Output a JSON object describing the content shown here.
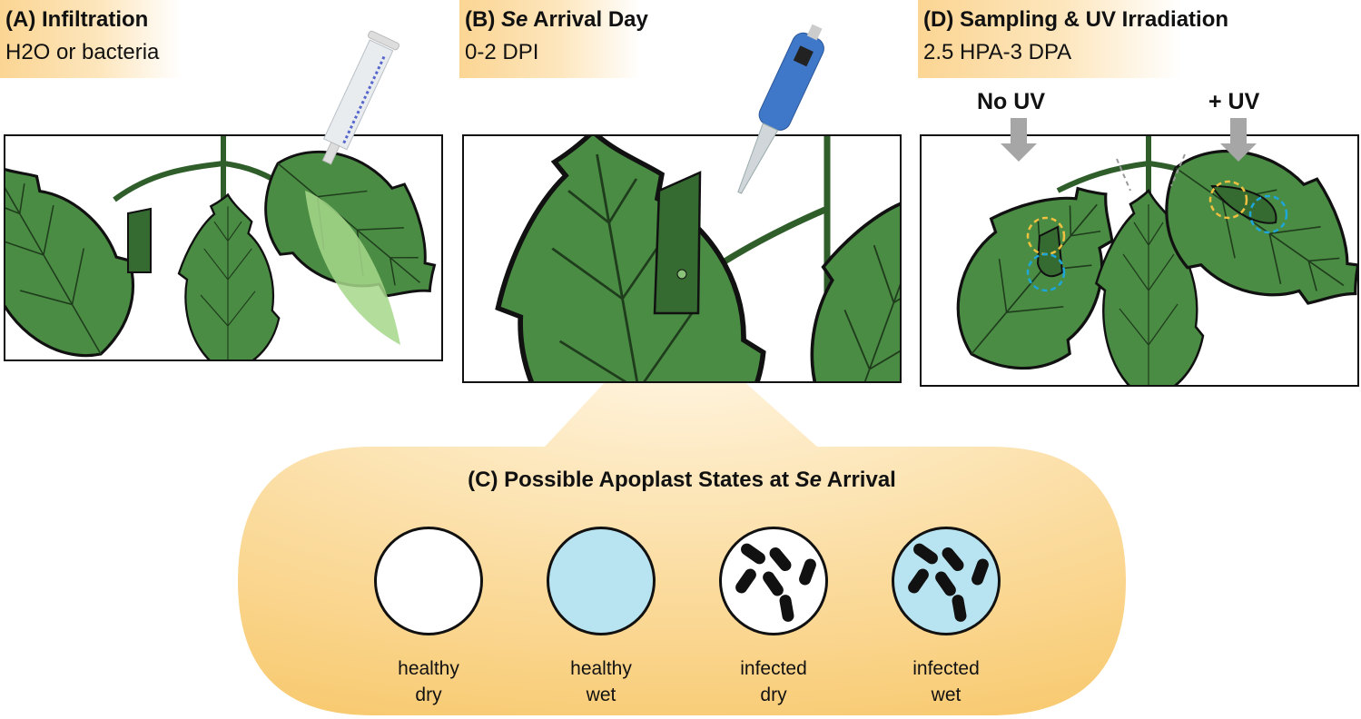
{
  "panels": {
    "a": {
      "title": "(A) Infiltration",
      "subtitle": "H2O or bacteria"
    },
    "b": {
      "title_prefix": "(B) ",
      "title_italic": "Se",
      "title_suffix": " Arrival Day",
      "subtitle": "0-2 DPI"
    },
    "d": {
      "title": "(D) Sampling & UV Irradiation",
      "subtitle": "2.5 HPA-3 DPA",
      "no_uv_label": "No UV",
      "uv_label": "+ UV"
    },
    "c": {
      "title_prefix": "(C) Possible Apoplast States at ",
      "title_italic": "Se",
      "title_suffix": " Arrival",
      "states": [
        {
          "line1": "healthy",
          "line2": "dry",
          "fill": "#ffffff",
          "bacteria": false
        },
        {
          "line1": "healthy",
          "line2": "wet",
          "fill": "#b8e3f1",
          "bacteria": false
        },
        {
          "line1": "infected",
          "line2": "dry",
          "fill": "#ffffff",
          "bacteria": true
        },
        {
          "line1": "infected",
          "line2": "wet",
          "fill": "#b8e3f1",
          "bacteria": true
        }
      ]
    }
  },
  "colors": {
    "leaf": "#4a8c44",
    "leaf_dark": "#3a7136",
    "uv_arrow": "#a6a6a6",
    "sample_yellow": "#f0c040",
    "sample_blue": "#1ea6d8"
  }
}
